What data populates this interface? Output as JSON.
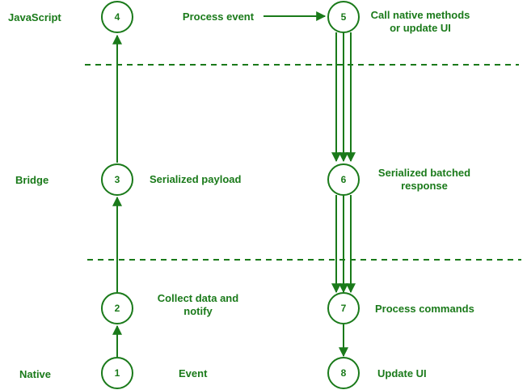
{
  "layers": {
    "javascript": "JavaScript",
    "bridge": "Bridge",
    "native": "Native"
  },
  "nodes": {
    "n1": "1",
    "n2": "2",
    "n3": "3",
    "n4": "4",
    "n5": "5",
    "n6": "6",
    "n7": "7",
    "n8": "8"
  },
  "steps": {
    "event": "Event",
    "collect_line1": "Collect data and",
    "collect_line2": "notify",
    "serialized_payload": "Serialized payload",
    "process_event": "Process event",
    "call_native_line1": "Call native methods",
    "call_native_line2": "or update UI",
    "serialized_batched_line1": "Serialized batched",
    "serialized_batched_line2": "response",
    "process_commands": "Process commands",
    "update_ui": "Update UI"
  },
  "colors": {
    "accent": "#1a7a1a",
    "background": "#ffffff"
  }
}
